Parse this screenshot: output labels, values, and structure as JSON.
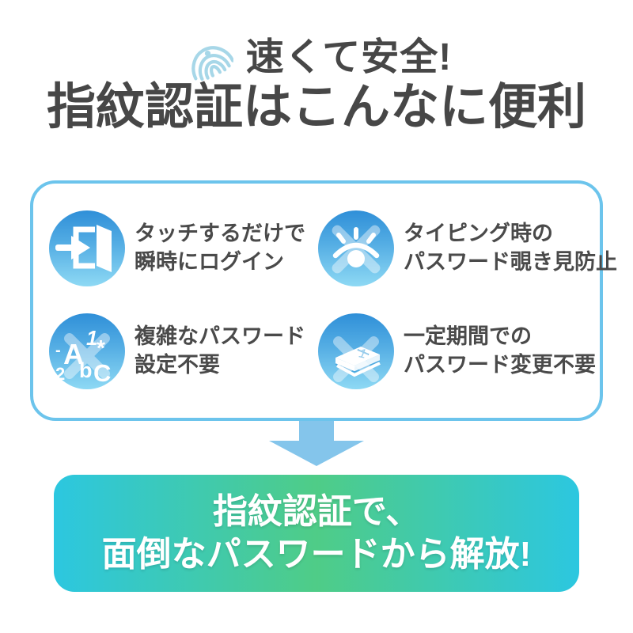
{
  "header": {
    "tagline": "速くて安全!",
    "title": "指紋認証はこんなに便利",
    "fingerprint_icon_color": "#a7d7e8",
    "text_color": "#474747"
  },
  "features": {
    "box_border_color": "#6cc4ec",
    "icon_circle_gradient": {
      "top": "#2f8fd8",
      "bottom": "#8ed9f4"
    },
    "text_color": "#4a4a4a",
    "items": [
      {
        "icon": "instant-login-door-icon",
        "lines": [
          "タッチするだけで",
          "瞬時にログイン"
        ]
      },
      {
        "icon": "no-peeking-eye-icon",
        "lines": [
          "タイピング時の",
          "パスワード覗き見防止"
        ]
      },
      {
        "icon": "no-complex-password-icon",
        "lines": [
          "複雑なパスワード",
          "設定不要"
        ]
      },
      {
        "icon": "no-password-change-book-icon",
        "lines": [
          "一定期間での",
          "パスワード変更不要"
        ]
      }
    ]
  },
  "arrow": {
    "direction": "down",
    "color": "#84c5eb"
  },
  "banner": {
    "lines": [
      "指紋認証で、",
      "面倒なパスワードから解放!"
    ],
    "gradient": {
      "edge": "#2cc7e0",
      "center": "#4fcc87"
    },
    "text_color": "#ffffff"
  }
}
